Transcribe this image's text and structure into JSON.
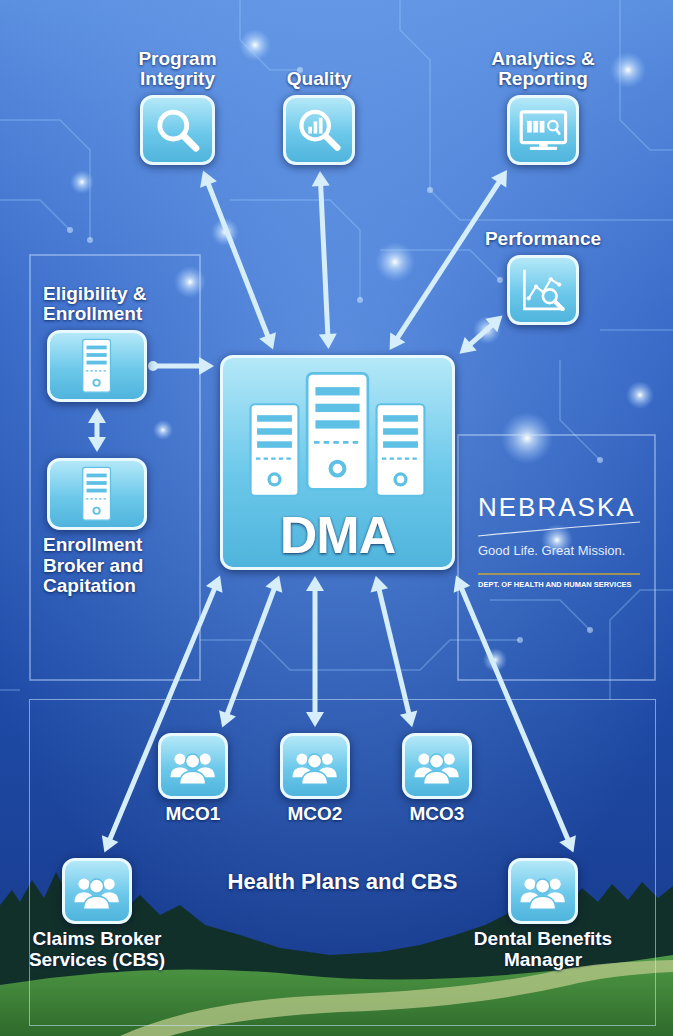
{
  "diagram": {
    "nodes": [
      {
        "text": [
          "Program Integrity"
        ]
      },
      {
        "text": [
          "Quality"
        ]
      },
      {
        "text": [
          "Analytics & Reporting"
        ]
      },
      {
        "text": [
          "Performance"
        ]
      },
      {
        "text": [
          "Eligibility & Enrollment"
        ]
      },
      {
        "text": [
          "DMA"
        ]
      },
      {
        "text": [
          "Enrollment Broker and Capitation"
        ]
      },
      {
        "text": [
          "Health Plans and CBS"
        ]
      },
      {
        "text": [
          "MCO1"
        ],
        "in": 7
      },
      {
        "text": [
          "MCO2"
        ],
        "in": 7
      },
      {
        "text": [
          "MCO3"
        ],
        "in": 7
      },
      {
        "text": [
          "Claims Broker Services (CBS)"
        ],
        "in": 7
      },
      {
        "text": [
          "Dental Benefits Manager"
        ],
        "in": 7
      }
    ],
    "edges": [
      {
        "from": 0,
        "to": 5,
        "arrow": "both"
      },
      {
        "from": 1,
        "to": 5,
        "arrow": "both"
      },
      {
        "from": 2,
        "to": 5,
        "arrow": "both"
      },
      {
        "from": 3,
        "to": 5,
        "arrow": "both"
      },
      {
        "from": 4,
        "to": 6,
        "arrow": "both"
      },
      {
        "from": 4,
        "to": 5,
        "arrow": "to"
      },
      {
        "from": 8,
        "to": 5,
        "arrow": "both"
      },
      {
        "from": 9,
        "to": 5,
        "arrow": "both"
      },
      {
        "from": 10,
        "to": 5,
        "arrow": "both"
      },
      {
        "from": 11,
        "to": 5,
        "arrow": "both"
      },
      {
        "from": 12,
        "to": 5,
        "arrow": "both"
      }
    ],
    "labels": [
      "NEBRASKA",
      "Good Life. Great Mission.",
      "DEPT. OF HEALTH AND HUMAN SERVICES"
    ]
  }
}
